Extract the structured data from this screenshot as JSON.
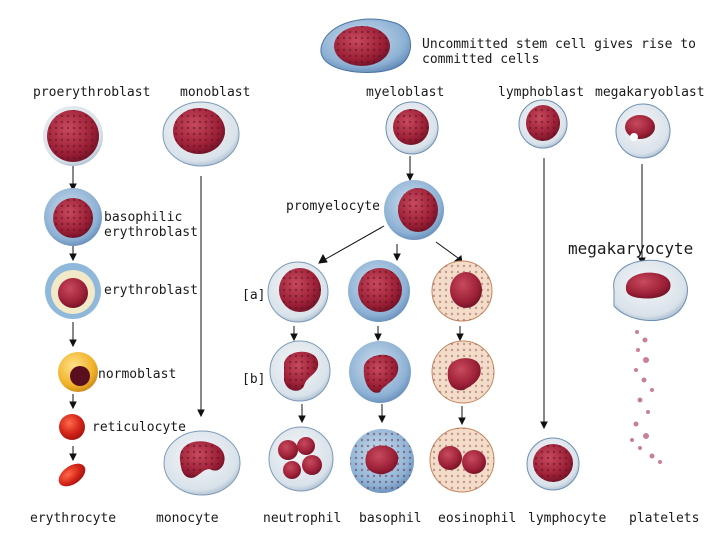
{
  "title_line1": "Uncommitted stem cell gives rise to",
  "title_line2": "committed cells",
  "labels": {
    "proerythroblast": "proerythroblast",
    "monoblast": "monoblast",
    "myeloblast": "myeloblast",
    "lymphoblast": "lymphoblast",
    "megakaryoblast": "megakaryoblast",
    "basophilic_line1": "basophilic",
    "basophilic_line2": "erythroblast",
    "erythroblast": "erythroblast",
    "normoblast": "normoblast",
    "reticulocyte": "reticulocyte",
    "promyelocyte": "promyelocyte",
    "megakaryocyte": "megakaryocyte",
    "stage_a": "[a]",
    "stage_b": "[b]"
  },
  "bottom_labels": {
    "erythrocyte": "erythrocyte",
    "monocyte": "monocyte",
    "neutrophil": "neutrophil",
    "basophil": "basophil",
    "eosinophil": "eosinophil",
    "lymphocyte": "lymphocyte",
    "platelets": "platelets"
  },
  "colors": {
    "nucleus": "#a3243a",
    "nucleus_dark": "#6e1226",
    "cytoplasm_blue": "#8fb3d6",
    "cytoplasm_pale": "#dfe6ee",
    "granule_red": "#d8402c",
    "rbc": "#d42418"
  }
}
